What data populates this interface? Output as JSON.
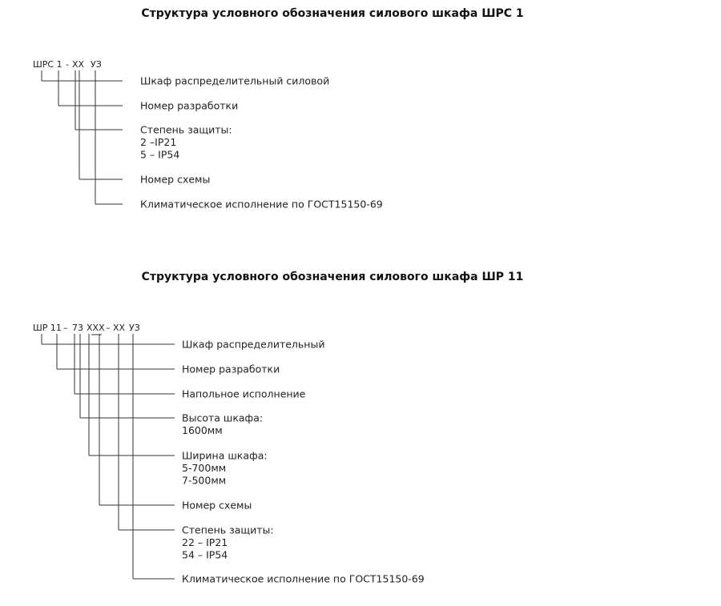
{
  "section1": {
    "title": "Структура условного обозначения силового шкафа ШРС 1",
    "code_parts": [
      "ШРС 1",
      "-",
      "ХХ",
      "УЗ"
    ],
    "labels": [
      [
        "Шкаф распределительный силовой"
      ],
      [
        "Номер разработки"
      ],
      [
        "Степень защиты:",
        "2 –IP21",
        "5 – IP54"
      ],
      [
        "Номер схемы"
      ],
      [
        "Климатическое исполнение по ГОСТ15150-69"
      ]
    ]
  },
  "section2": {
    "title": "Структура условного обозначения силового шкафа ШР 11",
    "code_parts": [
      "ШР 11",
      "–",
      "73",
      "ХХХ",
      "–",
      "ХХ",
      "УЗ"
    ],
    "labels": [
      [
        "Шкаф распределительный"
      ],
      [
        "Номер разработки"
      ],
      [
        "Напольное исполнение"
      ],
      [
        "Высота шкафа:",
        "1600мм"
      ],
      [
        "Ширина шкафа:",
        "5-700мм",
        "7-500мм"
      ],
      [
        "Номер схемы"
      ],
      [
        "Степень защиты:",
        "22 – IP21",
        "54 – IP54"
      ],
      [
        "Климатическое исполнение по ГОСТ15150-69"
      ]
    ]
  }
}
